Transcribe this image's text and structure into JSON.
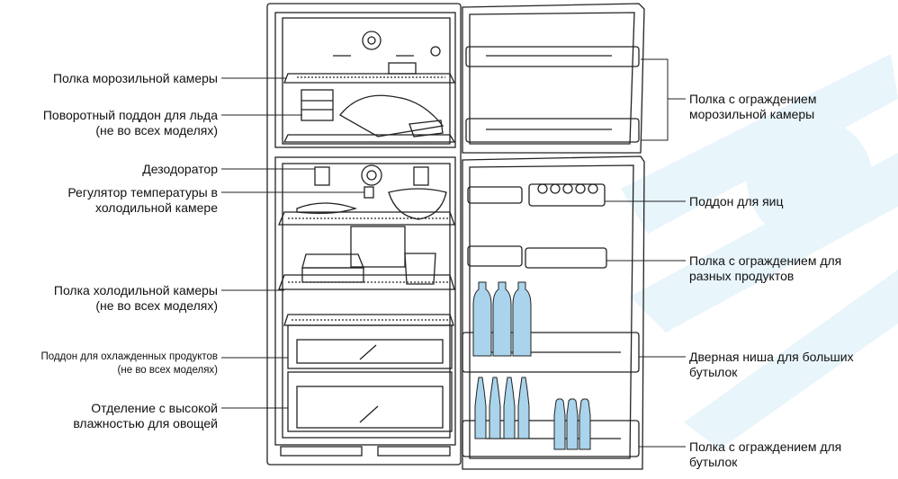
{
  "labels_left": {
    "freezer_shelf": "Полка морозильной камеры",
    "ice_tray_1": "Поворотный поддон для льда",
    "ice_tray_2": "(не во всех моделях)",
    "deodorizer": "Дезодоратор",
    "temp_control_1": "Регулятор температуры в",
    "temp_control_2": "холодильной камере",
    "fridge_shelf_1": "Полка холодильной камеры",
    "fridge_shelf_2": "(не во всех моделях)",
    "chilled_tray_1": "Поддон для охлажденных продуктов",
    "chilled_tray_2": "(не во всех моделях)",
    "crisper_1": "Отделение с высокой",
    "crisper_2": "влажностью для овощей"
  },
  "labels_right": {
    "freezer_door_shelf_1": "Полка с ограждением",
    "freezer_door_shelf_2": "морозильной камеры",
    "egg_tray": "Поддон для яиц",
    "misc_door_shelf_1": "Полка с ограждением для",
    "misc_door_shelf_2": "разных продуктов",
    "bottle_niche_1": "Дверная ниша для больших",
    "bottle_niche_2": "бутылок",
    "bottle_shelf_1": "Полка с ограждением для",
    "bottle_shelf_2": "бутылок"
  },
  "colors": {
    "line": "#222222",
    "bottle": "#a9d4ec",
    "glass": "#cfe7f5",
    "watermark": "#e3f3fa"
  }
}
